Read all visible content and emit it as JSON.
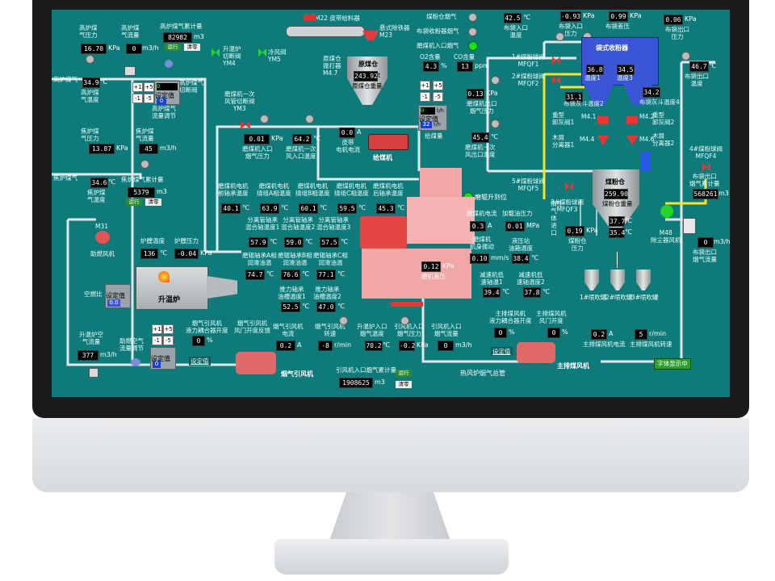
{
  "header": {
    "coal_gas_label": "煤粉仓烟气",
    "dust_collector_gas_label": "布袋收粉器烟气",
    "mill_inlet_gas_label": "磨煤机入口烟气",
    "conveyor_label": "M22 皮带给料器",
    "magnetic_separator_label": "悬式除铁器\nM23"
  },
  "blast_furnace_gas": {
    "pressure_label": "高炉煤\n气压力",
    "pressure_value": "16.70",
    "pressure_unit": "KPa",
    "flow_label": "高炉煤\n气流量",
    "flow_value": "0",
    "flow_unit": "m3/h",
    "total_label": "高炉煤气累计量",
    "total_value": "82982",
    "total_unit": "m3",
    "run_label": "运行",
    "clear_label": "清零",
    "line_label": "高炉煤气",
    "temp_value": "34.9",
    "temp_unit": "℃",
    "temp_label": "高炉煤\n气温度",
    "valve_label": "高炉煤气\n切断阀",
    "flow_adjust_label": "高炉煤气\n流量调节",
    "setpoint_label": "设定值",
    "setpoint_value": "0",
    "setpoint_pct": "0"
  },
  "coke_oven_gas": {
    "pressure_label": "焦炉煤\n气压力",
    "pressure_value": "13.87",
    "pressure_unit": "KPa",
    "flow_label": "焦炉煤\n气流量",
    "flow_value": "45",
    "flow_unit": "m3/h",
    "line_label": "焦炉煤气",
    "temp_value": "34.6",
    "temp_unit": "℃",
    "temp_label": "焦炉煤\n气温度",
    "total_label": "焦炉煤气累计量",
    "total_value": "5379",
    "total_unit": "m3",
    "run_label": "运行",
    "clear_label": "清零"
  },
  "valves": {
    "ym4_label": "升温炉\n切断阀\nYM4",
    "ym5_label": "冷风阀\nYM5",
    "ym3_label": "磨煤机一次\n风管切断阀\nYM3"
  },
  "combustion_fan": {
    "label": "M31",
    "name": "助燃风机"
  },
  "furnace": {
    "temp_label": "炉膛温度",
    "temp_value": "136",
    "temp_unit": "℃",
    "pressure_label": "炉膛压力",
    "pressure_value": "-0.04",
    "pressure_unit": "KPa",
    "name": "升温炉",
    "air_ratio_label": "空燃比",
    "setpoint_label": "设定值",
    "setpoint_value": "0.0"
  },
  "furnace_air": {
    "flow_label": "升温炉空\n气流量",
    "flow_value": "377",
    "flow_unit": "m3/h",
    "adjust_label": "助燃空气\n流量调节",
    "setpoint_label": "设定值",
    "setpoint_value": "0",
    "setpoint_pct": "%"
  },
  "mill_inlet": {
    "pressure_label": "磨煤机入口\n烟气压力",
    "pressure_value": "0.01",
    "pressure_unit": "KPa",
    "temp_label": "磨煤机一次\n风入口温度",
    "temp_value": "64.2",
    "temp_unit": "℃"
  },
  "raw_coal_bin": {
    "label": "原煤仓",
    "value": "243.92",
    "unit": "t",
    "sub_label": "原煤仓重量",
    "vibrator_label": "原煤仓\n振打器\nM4.7"
  },
  "feeder": {
    "current_value": "0.0",
    "current_unit": "A",
    "current_label": "皮带\n电机电流",
    "name": "给煤机",
    "flow_value": "0",
    "flow_unit": "t/h",
    "setpoint_value": "32",
    "setpoint_unit": "t/h",
    "setpoint_label": "设定值",
    "flow_label": "给煤量"
  },
  "oxygen": {
    "o2_label": "O2含量",
    "o2_value": "4.3",
    "o2_unit": "%",
    "co_label": "CO含量",
    "co_value": "13",
    "co_unit": "ppm"
  },
  "mill_outlet": {
    "pressure_value": "0.13",
    "pressure_unit": "KPa",
    "pressure_label": "磨煤机出口\n烟气压力",
    "temp_value": "45.4",
    "temp_unit": "℃",
    "temp_label": "磨煤机一次\n风出口温度"
  },
  "bag_filter": {
    "inlet_temp_value": "42.5",
    "inlet_temp_unit": "℃",
    "inlet_temp_label": "布袋入口\n温度",
    "inlet_press_value": "-0.93",
    "inlet_press_unit": "KPa",
    "inlet_press_label": "布袋入口\n压力",
    "diff_value": "0.99",
    "diff_unit": "KPa",
    "diff_label": "布袋差压",
    "outlet_press_value": "0.06",
    "outlet_press_unit": "KPa",
    "outlet_press_label": "布袋出口\n压力",
    "outlet_temp_value": "46.7",
    "outlet_temp_unit": "℃",
    "outlet_temp_label": "布袋出口\n温度",
    "name": "袋式收粉器",
    "temp1_value": "36.8",
    "temp1_label": "温度1",
    "temp2_value": "34.5",
    "temp2_label": "温度3",
    "ash_temp2_value": "31.1",
    "ash_temp2_label": "布袋灰斗温度2",
    "ash_temp4_value": "34.2",
    "ash_temp4_label": "布袋灰斗温度4",
    "mfqf1": "1#煤粉球阀\nMFQF1",
    "mfqf2": "2#煤粉球阀\nMFQF2"
  },
  "sieves": {
    "m41": "M4.1",
    "m41_label": "重型\n卸灰阀1",
    "m42": "M4.2",
    "m42_label": "重型\n卸灰阀2",
    "m44": "M4.4",
    "m44_label": "木屑\n分离器1",
    "m46": "M4.6",
    "m46_label": "木屑\n分离器2"
  },
  "mill": {
    "lift_label": "磨辊升到位",
    "current_label": "磨煤机电流",
    "current_value": "0.3",
    "current_unit": "A",
    "load_press_label": "加载油压力",
    "load_press_value": "0.01",
    "load_press_unit": "MPa",
    "vibration_label": "磨煤机\n机身振动",
    "vibration_value": "0.10",
    "vibration_unit": "mm/s",
    "lube_temp_label": "液压站\n油箱温度",
    "lube_temp_value": "38.4",
    "lube_temp_unit": "℃",
    "diff_press_value": "0.12",
    "diff_press_unit": "KPa",
    "diff_press_label": "磨机差压",
    "gear_in_label": "减速机低\n速轴温1",
    "gear_in_value": "39.4",
    "gear_out_label": "减速机低\n速轴温度2",
    "gear_out_value": "37.8",
    "inert_label": "惰性\n气\n体\n进\n口"
  },
  "mill_bearings": [
    {
      "label": "磨煤机电机\n前轴承温度",
      "value": "40.1"
    },
    {
      "label": "磨煤机电机\n绕组A相温度",
      "value": "63.9"
    },
    {
      "label": "磨煤机电机\n绕组B相温度",
      "value": "60.1"
    },
    {
      "label": "磨煤机电机\n绕组C相温度",
      "value": "59.5"
    },
    {
      "label": "磨煤机电机\n后轴承温度",
      "value": "45.3"
    }
  ],
  "separators": [
    {
      "label": "分离管轴承\n混合轴温度1",
      "value": "57.9"
    },
    {
      "label": "分离管轴承\n混合轴温度2",
      "value": "59.0"
    },
    {
      "label": "分离管轴承\n混合轴温度3",
      "value": "57.5"
    }
  ],
  "mill_oil": [
    {
      "label": "磨辊轴承A相\n润滑油温",
      "value": "74.7"
    },
    {
      "label": "磨辊轴承B相\n润滑油温",
      "value": "76.6"
    },
    {
      "label": "磨辊轴承C相\n润滑油温",
      "value": "77.1"
    }
  ],
  "thrust": [
    {
      "label": "推力轴承\n油槽温度1",
      "value": "52.5"
    },
    {
      "label": "推力轴承\n油槽温度2",
      "value": "47.0"
    }
  ],
  "coal_bin": {
    "mfqf3": "3#煤粉球阀\nMFQF3",
    "mfqf5": "5#煤粉球阀\nMFQF5",
    "mfqf4": "4#煤粉球阀\nMFQF4",
    "name": "煤粉仓",
    "weight_value": "259.90",
    "weight_label": "煤粉仓重量",
    "temp1_value": "37.7",
    "temp2_value": "35.4",
    "temp_unit": "℃",
    "press_value": "0.19",
    "press_unit": "KPa",
    "press_label": "煤粉仓\n压力",
    "dust_fan": "M48\n除尘器风机",
    "tanks": [
      "1#喷吹罐",
      "2#喷吹罐",
      "3#喷吹罐"
    ]
  },
  "outlet_flow": {
    "total_label": "布袋出口\n烟气累计量",
    "total_value": "568261",
    "total_unit": "m3",
    "flow_value": "0",
    "flow_unit": "m3/h",
    "flow_label": "布袋出口\n烟气流量"
  },
  "induced_fan": {
    "coupling_label": "烟气引风机\n液力耦合器开度",
    "coupling_value": "0",
    "coupling_unit": "%",
    "damper_label": "烟气引风机\n风门开度反馈",
    "current_label": "烟气引风机\n电流",
    "current_value": "0.2",
    "current_unit": "A",
    "speed_label": "烟气引风机\n转速",
    "speed_value": "-8",
    "speed_unit": "r/min",
    "inlet_temp_label": "升温炉入口\n烟气温度",
    "inlet_temp_value": "70.2",
    "inlet_temp_unit": "℃",
    "inlet_press_label": "引风机入口\n烟气压力",
    "inlet_press_value": "-0.2",
    "inlet_press_unit": "KPa",
    "inlet_flow_label": "引风机入口\n烟气流量",
    "inlet_flow_value": "0",
    "inlet_flow_unit": "m3/h",
    "name": "烟气引风机",
    "total_label": "引风机入口烟气累计量",
    "total_value": "1908625",
    "total_unit": "m3",
    "run_label": "运行",
    "clear_label": "清零",
    "setpoint_link": "设定值"
  },
  "hot_gas": {
    "label": "热风炉烟气总管"
  },
  "main_fan": {
    "coupling_label": "主排煤风机\n液力耦合器开度",
    "coupling_value": "0",
    "coupling_unit": "%",
    "damper_label": "主排煤风机\n风门开度",
    "damper_value": "0",
    "damper_unit": "%",
    "current_value": "0.2",
    "current_unit": "A",
    "current_label": "主排煤风机电流",
    "speed_value": "5",
    "speed_unit": "r/min",
    "speed_label": "主排煤风机转速",
    "name": "主排煤风机",
    "setpoint_link": "设定值"
  },
  "footer": {
    "font_button": "字体显示中"
  }
}
